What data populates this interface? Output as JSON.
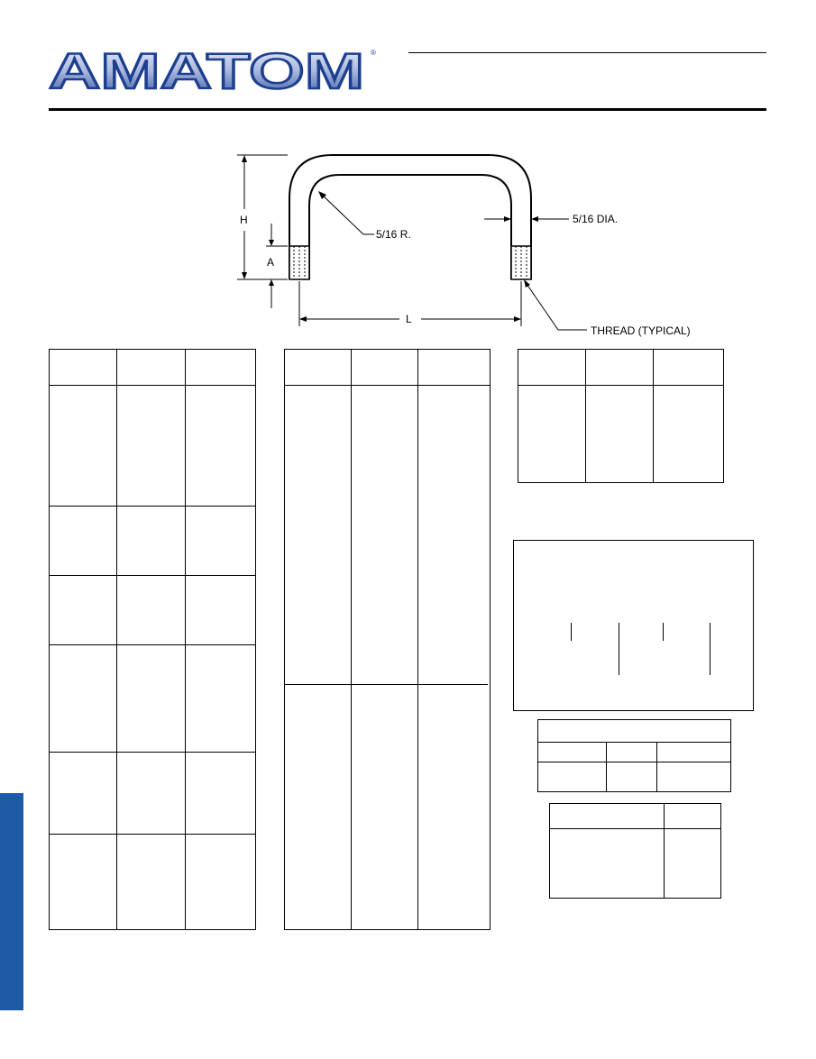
{
  "header": {
    "brand": "AMATOM",
    "registered_mark": "®"
  },
  "drawing": {
    "label_h": "H",
    "label_a": "A",
    "label_l": "L",
    "label_radius": "5/16 R.",
    "label_dia": "5/16 DIA.",
    "label_thread": "THREAD (TYPICAL)"
  },
  "colors": {
    "brand_blue": "#2a4f9e",
    "brand_light": "#cfd8ee",
    "side_tab": "#1f5aa6"
  }
}
